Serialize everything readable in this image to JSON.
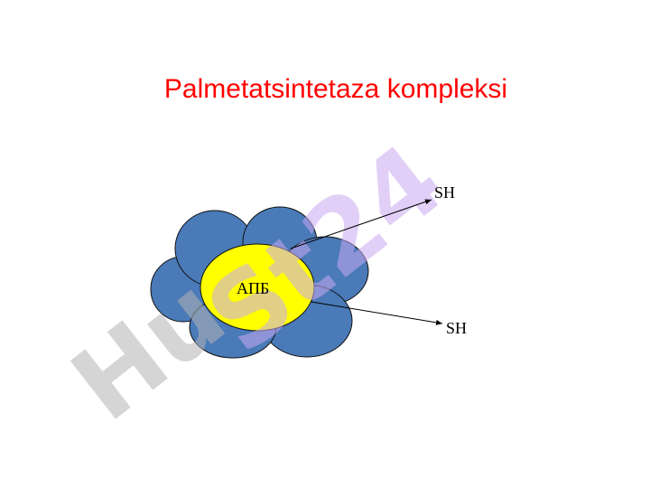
{
  "slide": {
    "title": "Palmetatsintetaza kompleksi"
  },
  "diagram": {
    "center_label": "АПБ",
    "branch_labels": [
      "SH",
      "SH"
    ],
    "colors": {
      "title": "#ff0000",
      "petal_fill": "#4a7ab8",
      "petal_stroke": "#111111",
      "center_fill": "#ffff00",
      "arrow": "#000000"
    }
  },
  "watermark": {
    "text_left": "Hu",
    "text_right": "St24",
    "colors": {
      "left": "#b3b3b3",
      "right": "#c9a8f2"
    }
  }
}
